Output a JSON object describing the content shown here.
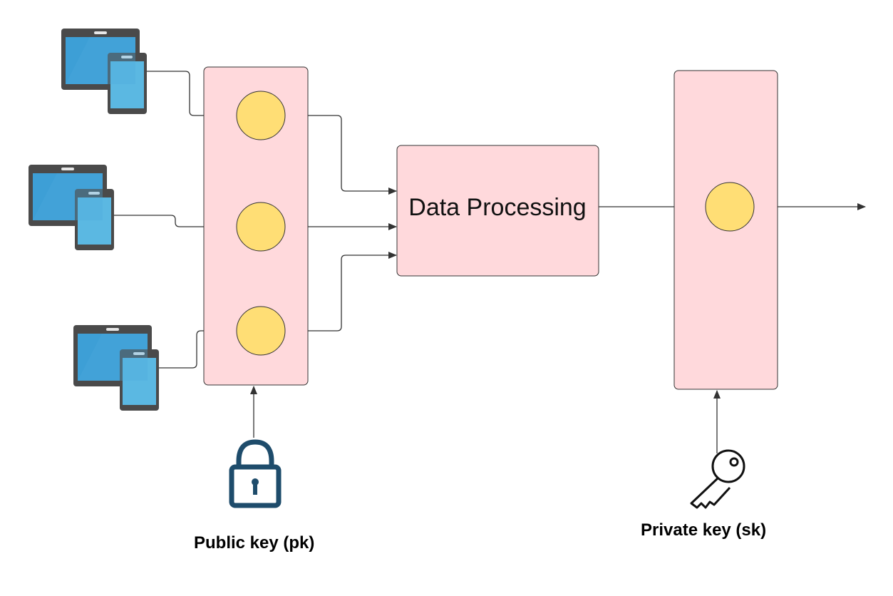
{
  "diagram": {
    "processing_label": "Data Processing",
    "public_key_label": "Public key (pk)",
    "private_key_label": "Private key (sk)",
    "colors": {
      "panel_fill": "#ffd9dc",
      "node_fill": "#ffde75",
      "device_body": "#4a4a4a",
      "device_screen": "#3d9fd6",
      "lock_color": "#1e4c6b",
      "line_color": "#333333"
    },
    "icons": [
      "tablet-phone-icon",
      "tablet-phone-icon",
      "tablet-phone-icon",
      "lock-icon",
      "key-icon"
    ]
  }
}
